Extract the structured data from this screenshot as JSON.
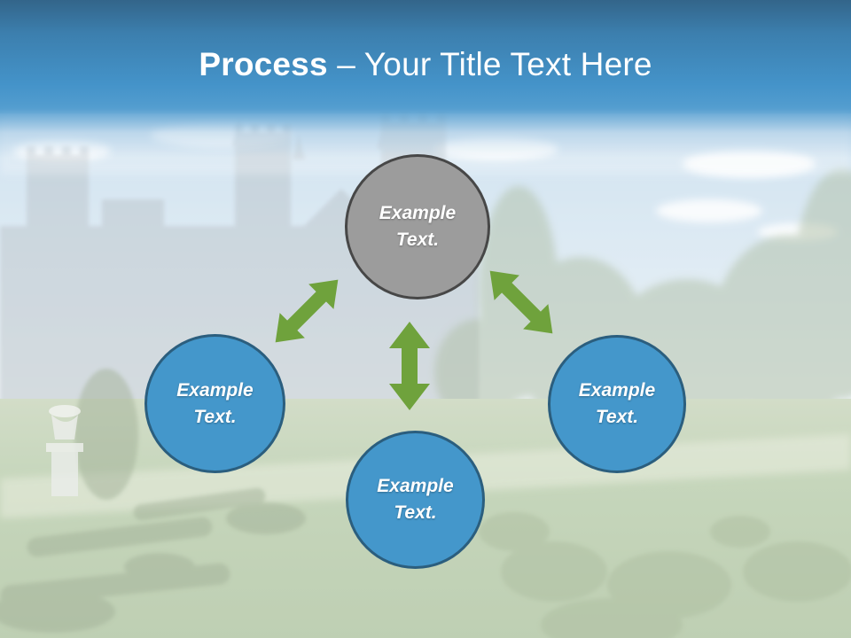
{
  "slide": {
    "title_bold": "Process",
    "title_rest": "– Your Title Text Here"
  },
  "diagram": {
    "nodes": [
      {
        "id": "top",
        "variant": "gray",
        "line1": "Example",
        "line2": "Text."
      },
      {
        "id": "left",
        "variant": "blue",
        "line1": "Example",
        "line2": "Text."
      },
      {
        "id": "bottom",
        "variant": "blue",
        "line1": "Example",
        "line2": "Text."
      },
      {
        "id": "right",
        "variant": "blue",
        "line1": "Example",
        "line2": "Text."
      }
    ],
    "arrows": [
      {
        "id": "top-left",
        "type": "double-headed",
        "direction": "ne-sw"
      },
      {
        "id": "vertical",
        "type": "double-headed",
        "direction": "n-s"
      },
      {
        "id": "top-right",
        "type": "double-headed",
        "direction": "nw-se"
      }
    ]
  },
  "colors": {
    "header_top": "#33658a",
    "header_bottom": "#4697cd",
    "title_text": "#ffffff",
    "node_gray_fill": "#9c9c9c",
    "node_gray_border": "#474747",
    "node_blue_fill": "#4497cb",
    "node_blue_border": "#2b5e7e",
    "arrow_green": "#6fa23c"
  }
}
